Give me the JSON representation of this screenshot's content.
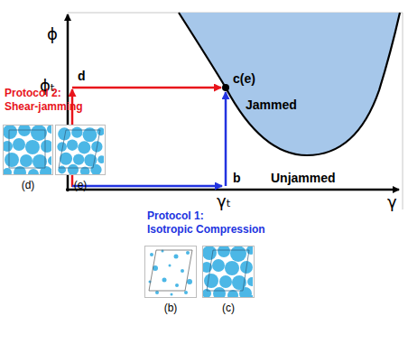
{
  "diagram": {
    "nodes": [
      {
        "text": [
          "Jammed"
        ]
      },
      {
        "text": [
          "(d)"
        ]
      },
      {
        "text": [
          "(e)"
        ]
      },
      {
        "text": [
          "(b)"
        ]
      },
      {
        "text": [
          "(c)"
        ]
      }
    ],
    "labels": [
      "ϕ",
      "ϕₜ",
      "γₜ",
      "γ",
      "d",
      "c(e)",
      "b",
      "Unjammed",
      "Protocol 2:",
      "Shear-jamming",
      "Protocol 1:",
      "Isotropic Compression"
    ]
  }
}
